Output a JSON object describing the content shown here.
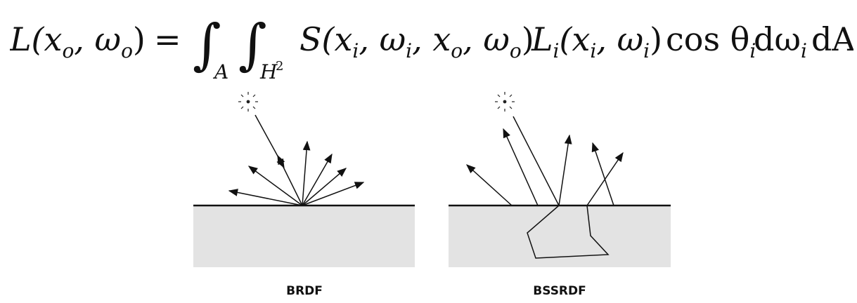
{
  "equation": {
    "lhs": "L(x",
    "lhs_sub_o": "o",
    "lhs_mid": ", ω",
    "lhs_sub_o2": "o",
    "lhs_close": ")",
    "equals": "=",
    "integral_sign": "∫",
    "int1_sub": "A",
    "int2_sub": "H",
    "int2_sup": "2",
    "S_open": "S(x",
    "sub_i": "i",
    "comma_omega": ", ω",
    "comma_x": ", x",
    "sub_o": "o",
    "close_paren": ")",
    "L_open": "L",
    "paren_x": "(x",
    "cos": "cos θ",
    "d_omega": "dω",
    "dA": "dA"
  },
  "diagrams": {
    "left_label": "BRDF",
    "right_label": "BSSRDF"
  },
  "colors": {
    "line": "#111111",
    "material_fill": "#e3e3e3",
    "background": "#ffffff"
  },
  "icons": {
    "light_source_left": "sun-icon",
    "light_source_right": "sun-icon"
  }
}
